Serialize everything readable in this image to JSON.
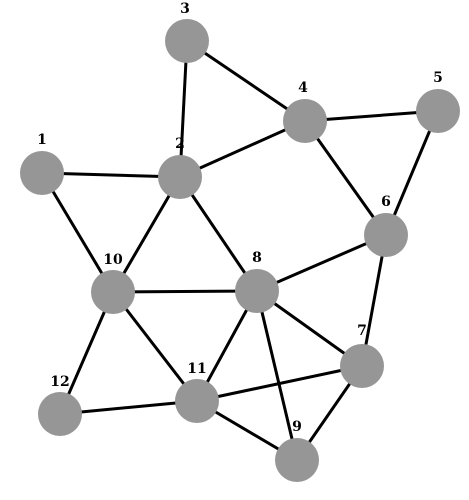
{
  "graph": {
    "nodes": [
      {
        "id": "1",
        "label": "1"
      },
      {
        "id": "2",
        "label": "2"
      },
      {
        "id": "3",
        "label": "3"
      },
      {
        "id": "4",
        "label": "4"
      },
      {
        "id": "5",
        "label": "5"
      },
      {
        "id": "6",
        "label": "6"
      },
      {
        "id": "7",
        "label": "7"
      },
      {
        "id": "8",
        "label": "8"
      },
      {
        "id": "9",
        "label": "9"
      },
      {
        "id": "10",
        "label": "10"
      },
      {
        "id": "11",
        "label": "11"
      },
      {
        "id": "12",
        "label": "12"
      }
    ],
    "edges": [
      [
        "1",
        "2"
      ],
      [
        "1",
        "10"
      ],
      [
        "2",
        "3"
      ],
      [
        "2",
        "4"
      ],
      [
        "2",
        "10"
      ],
      [
        "2",
        "8"
      ],
      [
        "3",
        "4"
      ],
      [
        "4",
        "5"
      ],
      [
        "4",
        "6"
      ],
      [
        "5",
        "6"
      ],
      [
        "6",
        "8"
      ],
      [
        "6",
        "7"
      ],
      [
        "8",
        "10"
      ],
      [
        "8",
        "11"
      ],
      [
        "8",
        "7"
      ],
      [
        "8",
        "9"
      ],
      [
        "10",
        "11"
      ],
      [
        "10",
        "12"
      ],
      [
        "12",
        "11"
      ],
      [
        "11",
        "7"
      ],
      [
        "11",
        "9"
      ],
      [
        "7",
        "9"
      ]
    ],
    "colors": {
      "node_fill": "#969696",
      "edge_stroke": "#000000",
      "label_text": "#000000"
    }
  }
}
